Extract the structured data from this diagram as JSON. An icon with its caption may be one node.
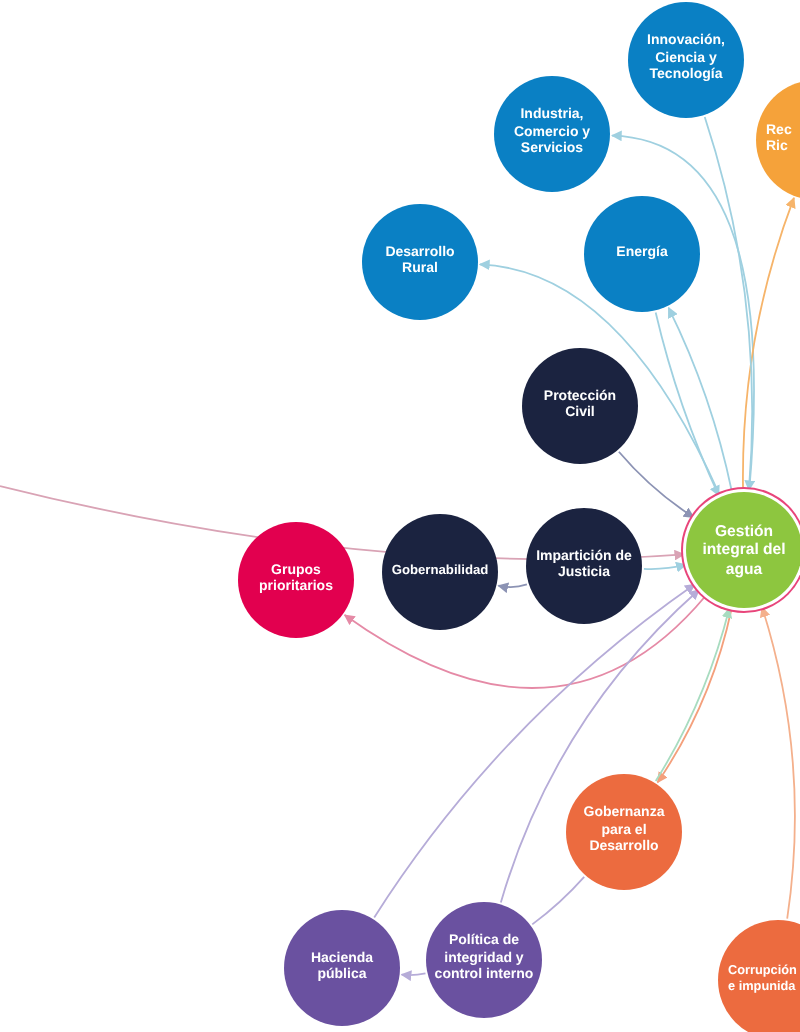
{
  "diagram": {
    "nodes": [
      {
        "text": [
          "Innovación, Ciencia y Tecnología"
        ]
      },
      {
        "text": [
          "Industria, Comercio y Servicios"
        ]
      },
      {
        "text": [
          "Rec Ric"
        ]
      },
      {
        "text": [
          "Desarrollo Rural"
        ]
      },
      {
        "text": [
          "Energía"
        ]
      },
      {
        "text": [
          "Protección Civil"
        ]
      },
      {
        "text": [
          "Gestión integral del agua"
        ]
      },
      {
        "text": [
          "Grupos prioritarios"
        ]
      },
      {
        "text": [
          "Gobernabilidad"
        ]
      },
      {
        "text": [
          "Impartición de Justicia"
        ]
      },
      {
        "text": [
          "Gobernanza para el Desarrollo"
        ]
      },
      {
        "text": [
          "Hacienda pública"
        ]
      },
      {
        "text": [
          "Política de integridad y control interno"
        ]
      },
      {
        "text": [
          "Corrupción e impunida"
        ]
      }
    ],
    "edges": [
      {
        "from": 6,
        "to": 3,
        "arrow": "to"
      },
      {
        "from": 6,
        "to": 1,
        "arrow": "to"
      },
      {
        "from": 6,
        "to": 4,
        "arrow": "to"
      },
      {
        "from": 6,
        "to": 2,
        "arrow": "to",
        "color": "#f6b46a"
      },
      {
        "from": 0,
        "to": 6,
        "arrow": "to"
      },
      {
        "from": 5,
        "to": 6,
        "arrow": "to",
        "color": "#8c93b4"
      },
      {
        "from": 9,
        "to": 6,
        "arrow": "to"
      },
      {
        "from": 9,
        "to": 8,
        "arrow": "to",
        "color": "#8c93b4"
      },
      {
        "from": 6,
        "to": 7,
        "arrow": "to",
        "color": "#e58aa6"
      },
      {
        "from": null,
        "to": 6,
        "arrow": "to",
        "color": "#d9a3b5"
      },
      {
        "from": 6,
        "to": 10,
        "arrow": "to",
        "color": "#f4a07c"
      },
      {
        "from": 10,
        "to": 6,
        "arrow": "to",
        "color": "#a8dcc0"
      },
      {
        "from": 10,
        "to": 12,
        "arrow": "none",
        "color": "#b6acd8"
      },
      {
        "from": 12,
        "to": 11,
        "arrow": "to",
        "color": "#b6acd8"
      },
      {
        "from": 11,
        "to": 6,
        "arrow": "to",
        "color": "#b6acd8"
      },
      {
        "from": 12,
        "to": 6,
        "arrow": "to",
        "color": "#b6acd8"
      },
      {
        "from": 13,
        "to": 6,
        "arrow": "to",
        "color": "#f4b08c"
      },
      {
        "from": 4,
        "to": 6,
        "arrow": "to"
      }
    ]
  }
}
